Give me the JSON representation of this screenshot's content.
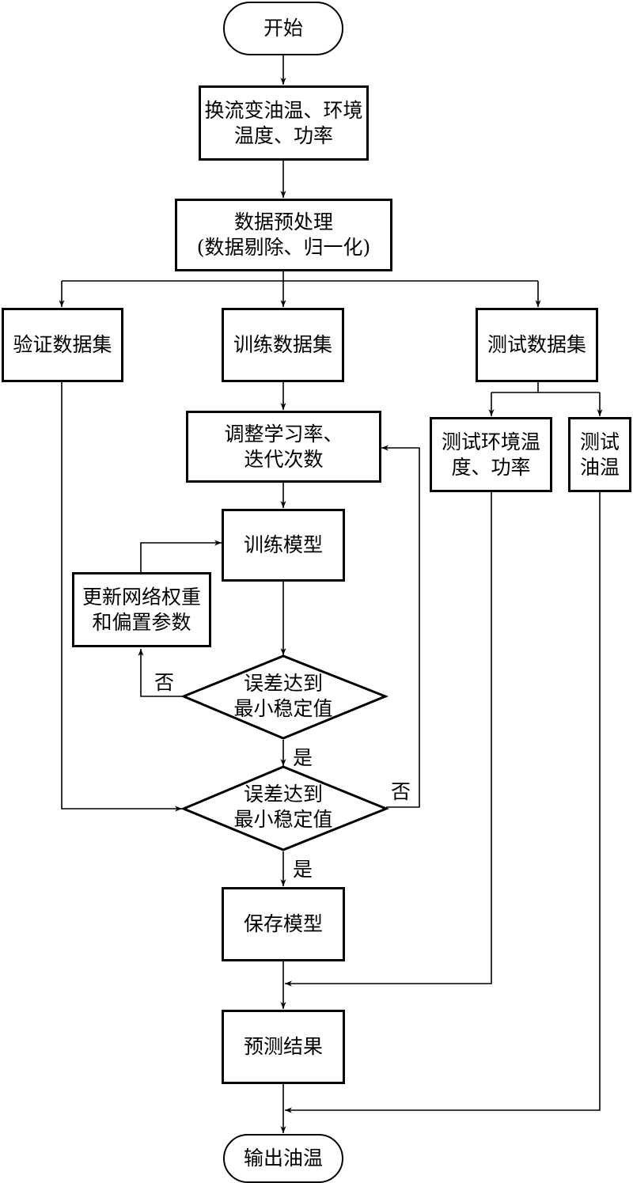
{
  "nodes": {
    "start": "开始",
    "collect_1": "换流变油温、环境",
    "collect_2": "温度、功率",
    "preprocess_1": "数据预处理",
    "preprocess_2": "(数据剔除、归一化)",
    "validation_set": "验证数据集",
    "training_set": "训练数据集",
    "test_set": "测试数据集",
    "tune_1": "调整学习率、",
    "tune_2": "迭代次数",
    "test_env_1": "测试环境温",
    "test_env_2": "度、功率",
    "test_oil_1": "测试",
    "test_oil_2": "油温",
    "train_model": "训练模型",
    "update_1": "更新网络权重",
    "update_2": "和偏置参数",
    "decision1_1": "误差达到",
    "decision1_2": "最小稳定值",
    "decision2_1": "误差达到",
    "decision2_2": "最小稳定值",
    "save_model": "保存模型",
    "predict": "预测结果",
    "output": "输出油温"
  },
  "labels": {
    "no_1": "否",
    "yes_1": "是",
    "no_2": "否",
    "yes_2": "是"
  }
}
